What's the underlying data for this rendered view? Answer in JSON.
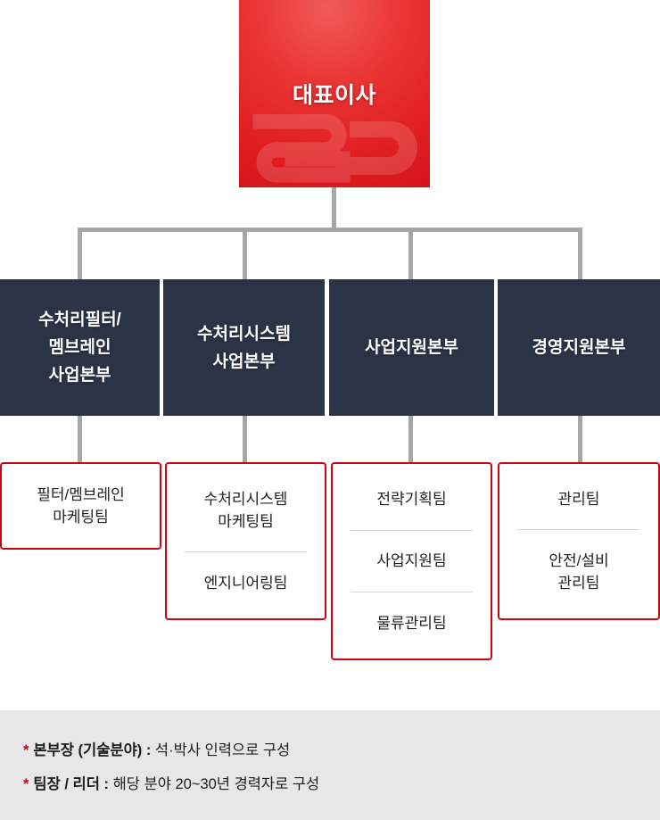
{
  "chart_data": {
    "type": "diagram",
    "title": "조직도",
    "nodes": {
      "root": {
        "label": "대표이사",
        "level": 0,
        "style": "red-gradient"
      },
      "divisions": [
        {
          "label": "수처리필터/\n멤브레인\n사업본부",
          "level": 1
        },
        {
          "label": "수처리시스템\n사업본부",
          "level": 1
        },
        {
          "label": "사업지원본부",
          "level": 1
        },
        {
          "label": "경영지원본부",
          "level": 1
        }
      ],
      "teams": [
        {
          "parent": 0,
          "items": [
            "필터/멤브레인\n마케팅팀"
          ]
        },
        {
          "parent": 1,
          "items": [
            "수처리시스템\n마케팅팀",
            "엔지니어링팀"
          ]
        },
        {
          "parent": 2,
          "items": [
            "전략기획팀",
            "사업지원팀",
            "물류관리팀"
          ]
        },
        {
          "parent": 3,
          "items": [
            "관리팀",
            "안전/설비\n관리팀"
          ]
        }
      ]
    },
    "colors": {
      "root_red": "#cc0000",
      "division_navy": "#2b3347",
      "team_border_red": "#cc0511",
      "connector_gray": "#a6a6a6",
      "notes_background": "#e7e7e7",
      "note_star_red": "#d2001a"
    }
  },
  "ceo": {
    "label": "대표이사"
  },
  "divisions": [
    {
      "label": "수처리필터/\n멤브레인\n사업본부"
    },
    {
      "label": "수처리시스템\n사업본부"
    },
    {
      "label": "사업지원본부"
    },
    {
      "label": "경영지원본부"
    }
  ],
  "teams": {
    "col1": {
      "items": [
        "필터/멤브레인\n마케팅팀"
      ]
    },
    "col2": {
      "items": [
        "수처리시스템\n마케팅팀",
        "엔지니어링팀"
      ]
    },
    "col3": {
      "items": [
        "전략기획팀",
        "사업지원팀",
        "물류관리팀"
      ]
    },
    "col4": {
      "items": [
        "관리팀",
        "안전/설비\n관리팀"
      ]
    }
  },
  "notes": {
    "star": "*",
    "lines": [
      {
        "strong": "본부장 (기술분야) :",
        "rest": " 석·박사 인력으로 구성"
      },
      {
        "strong": "팀장 / 리더 :",
        "rest": " 해당 분야 20~30년 경력자로 구성"
      }
    ]
  }
}
